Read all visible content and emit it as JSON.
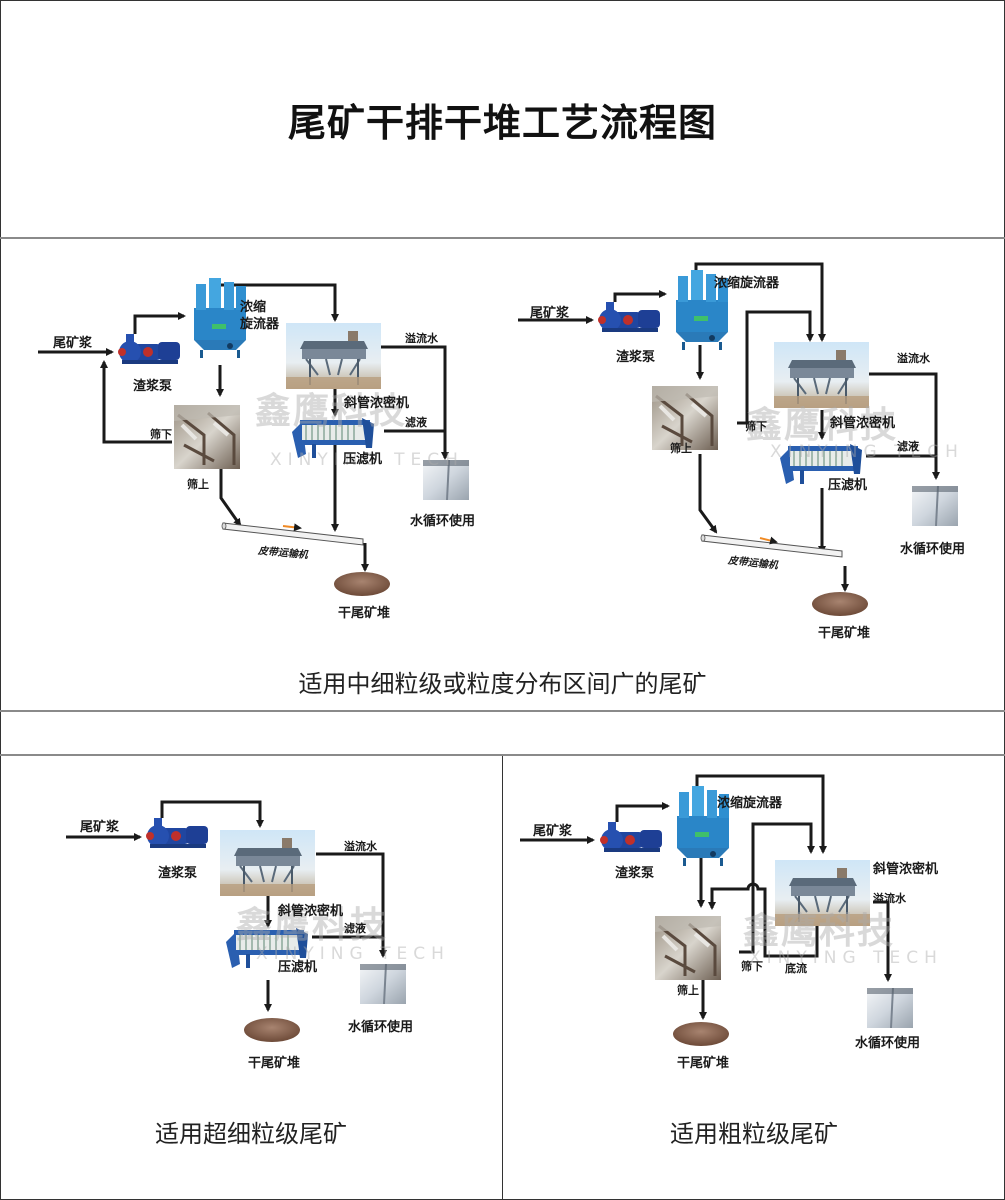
{
  "title": "尾矿干排干堆工艺流程图",
  "watermark": {
    "cn": "鑫鹰科技",
    "en": "XINYING TECH"
  },
  "colors": {
    "line": "#1a1a1a",
    "equipment_blue": "#2a6fb5",
    "pump_blue": "#2046a0",
    "filter_blue": "#2a5fb0",
    "tailings_brown": "#8a6550",
    "belt_arrow": "#f08a24",
    "divider": "#8a8a8a"
  },
  "panels": [
    {
      "id": "panel-1",
      "caption": "适用中细粒级或粒度分布区间广的尾矿",
      "labels": {
        "feed": "尾矿浆",
        "pump": "渣浆泵",
        "cyclone": "浓缩\n旋流器",
        "cyclone_l1": "浓缩",
        "cyclone_l2": "旋流器",
        "thickener": "斜管浓密机",
        "overflow": "溢流水",
        "filtrate": "滤液",
        "filter_press": "压滤机",
        "undersize": "筛下",
        "oversize": "筛上",
        "belt": "皮带运输机",
        "dry_pile": "干尾矿堆",
        "water_reuse": "水循环使用"
      }
    },
    {
      "id": "panel-2",
      "caption": "",
      "labels": {
        "feed": "尾矿浆",
        "pump": "渣浆泵",
        "cyclone": "浓缩旋流器",
        "thickener": "斜管浓密机",
        "overflow": "溢流水",
        "filtrate": "滤液",
        "filter_press": "压滤机",
        "undersize": "筛下",
        "oversize": "筛上",
        "belt": "皮带运输机",
        "dry_pile": "干尾矿堆",
        "water_reuse": "水循环使用"
      }
    },
    {
      "id": "panel-3",
      "caption": "适用超细粒级尾矿",
      "labels": {
        "feed": "尾矿浆",
        "pump": "渣浆泵",
        "thickener": "斜管浓密机",
        "overflow": "溢流水",
        "filtrate": "滤液",
        "filter_press": "压滤机",
        "dry_pile": "干尾矿堆",
        "water_reuse": "水循环使用"
      }
    },
    {
      "id": "panel-4",
      "caption": "适用粗粒级尾矿",
      "labels": {
        "feed": "尾矿浆",
        "pump": "渣浆泵",
        "cyclone": "浓缩旋流器",
        "thickener": "斜管浓密机",
        "overflow": "溢流水",
        "undersize": "筛下",
        "underflow": "底流",
        "oversize": "筛上",
        "dry_pile": "干尾矿堆",
        "water_reuse": "水循环使用"
      }
    }
  ]
}
